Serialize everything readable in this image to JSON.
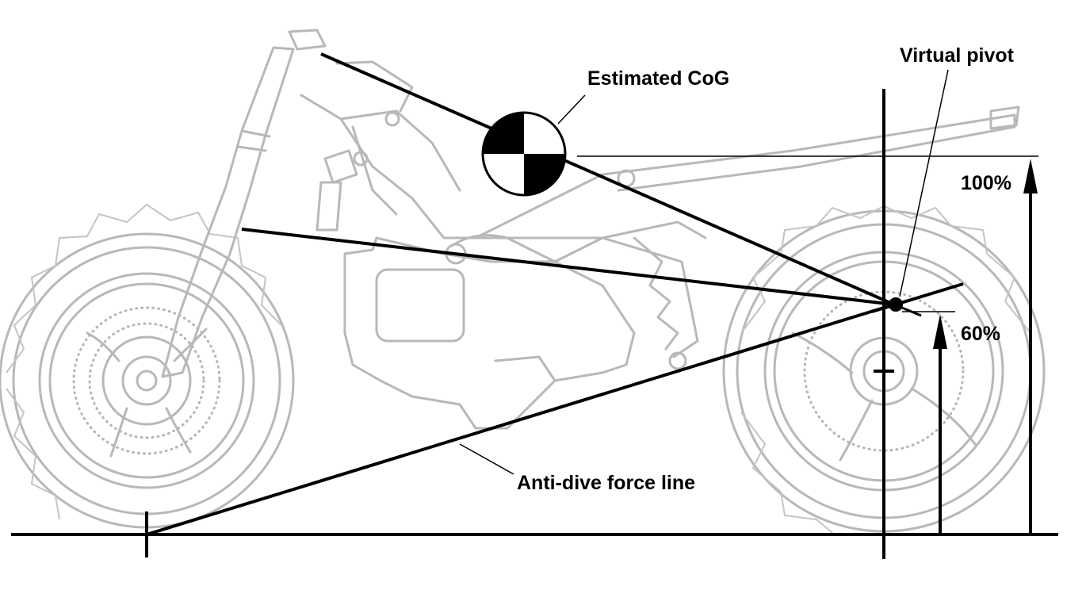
{
  "labels": {
    "cog": "Estimated CoG",
    "pivot": "Virtual pivot",
    "force_line": "Anti-dive force line",
    "pct_100": "100%",
    "pct_60": "60%"
  },
  "colors": {
    "ink": "#000000",
    "bike_outline": "#b8b8b8",
    "background": "#ffffff"
  }
}
